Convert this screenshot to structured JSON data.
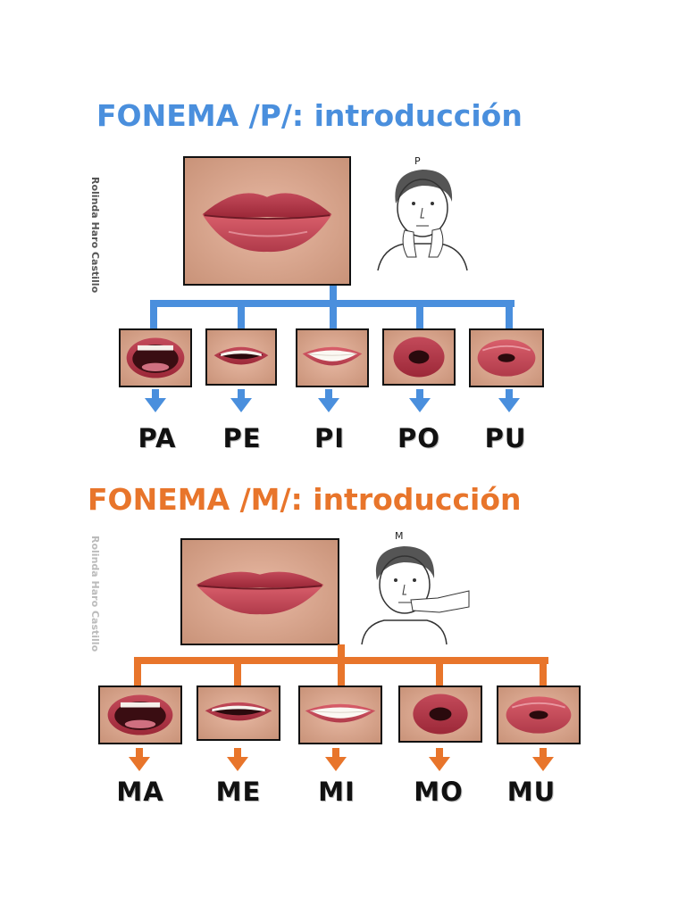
{
  "author": "Rolinda Haro Castillo",
  "section_p": {
    "title": "FONEMA /P/: introducción",
    "sign_letter": "P",
    "syllables": [
      "PA",
      "PE",
      "PI",
      "PO",
      "PU"
    ],
    "color": "#4a8fdd"
  },
  "section_m": {
    "title": "FONEMA /M/: introducción",
    "sign_letter": "M",
    "syllables": [
      "MA",
      "ME",
      "MI",
      "MO",
      "MU"
    ],
    "color": "#e8752b"
  },
  "icons": {
    "mouth_closed": "closed-lips-photo",
    "mouth_a": "mouth-open-a-photo",
    "mouth_e": "mouth-e-photo",
    "mouth_i": "mouth-i-photo",
    "mouth_o": "mouth-o-photo",
    "mouth_u": "mouth-u-photo",
    "sign": "sign-drawing-icon"
  }
}
